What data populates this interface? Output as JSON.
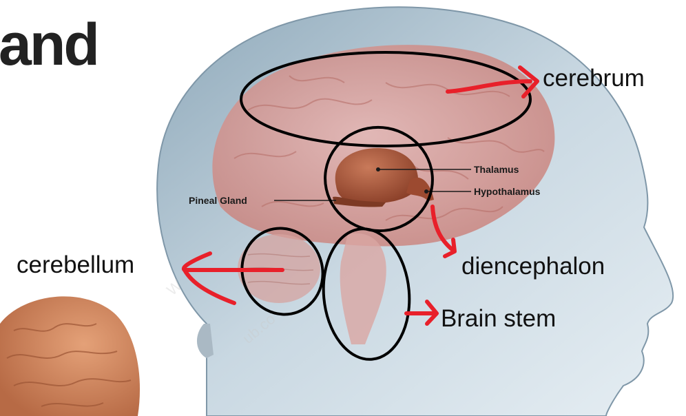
{
  "slide": {
    "title_fragment": "and"
  },
  "figure_labels": {
    "thalamus": "Thalamus",
    "hypothalamus": "Hypothalamus",
    "pineal_gland": "Pineal Gland"
  },
  "annotations": {
    "cerebrum": "cerebrum",
    "cerebellum": "cerebellum",
    "diencephalon": "diencephalon",
    "brain_stem": "Brain stem"
  },
  "colors": {
    "ink_red": "#e8202a",
    "outline": "#000000",
    "head_blue": "#b9ccd9",
    "brain_pink": "#d99a96",
    "thalamus_brown": "#a85a3e"
  }
}
